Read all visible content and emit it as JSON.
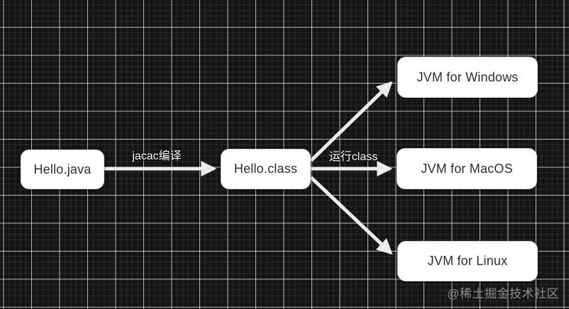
{
  "diagram": {
    "nodes": [
      {
        "id": "hello-java",
        "label": "Hello.java"
      },
      {
        "id": "hello-class",
        "label": "Hello.class"
      },
      {
        "id": "jvm-windows",
        "label": "JVM for Windows"
      },
      {
        "id": "jvm-macos",
        "label": "JVM for MacOS"
      },
      {
        "id": "jvm-linux",
        "label": "JVM for Linux"
      }
    ],
    "edges": [
      {
        "from": "hello-java",
        "to": "hello-class",
        "label": "jacac编译"
      },
      {
        "from": "hello-class",
        "to": "jvm-windows",
        "label": ""
      },
      {
        "from": "hello-class",
        "to": "jvm-macos",
        "label": "运行class"
      },
      {
        "from": "hello-class",
        "to": "jvm-linux",
        "label": ""
      }
    ],
    "watermark": "@稀土掘金技术社区",
    "colors": {
      "background": "#141414",
      "grid_major": "#b5b5b5",
      "grid_minor": "#2a2a2a",
      "node_fill": "#ffffff",
      "node_border": "#dcdcdc",
      "node_text": "#2f2f2f",
      "arrow": "#ececec",
      "edge_label_text": "#ffffff",
      "watermark_text": "#8a8a8a"
    }
  }
}
